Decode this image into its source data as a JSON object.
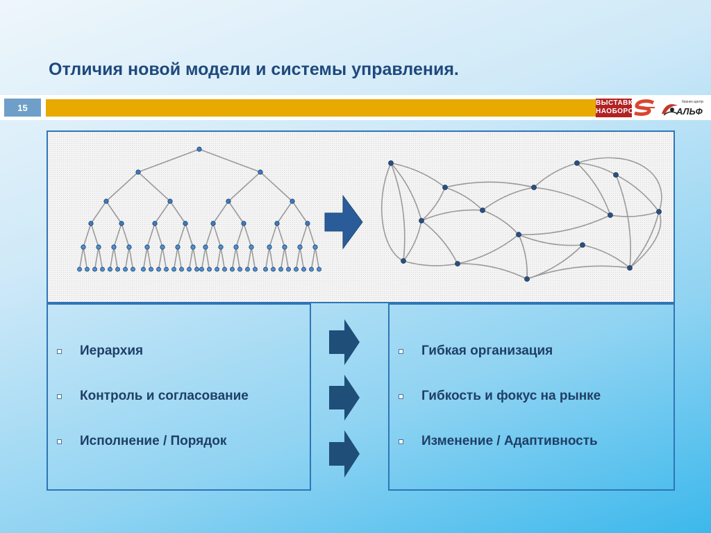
{
  "slide": {
    "title": "Отличия новой модели и системы управления.",
    "number": "15"
  },
  "logos": {
    "vystavka_line1": "ВЫСТАВКА",
    "vystavka_line2": "НАОБОРОТ",
    "alpha_small": "бизнес-центр",
    "alpha_name": "АЛЬФ"
  },
  "left_panel": {
    "items": [
      "Иерархия",
      "Контроль и согласование",
      "Исполнение / Порядок"
    ]
  },
  "right_panel": {
    "items": [
      "Гибкая организация",
      "Гибкость и фокус на рынке",
      "Изменение / Адаптивность"
    ]
  },
  "colors": {
    "title": "#1f497d",
    "accent_gold": "#e8a900",
    "arrow": "#1f4e79",
    "border": "#2e75b6"
  },
  "icons": {
    "hierarchy": "tree-diagram",
    "network": "network-diagram",
    "arrow": "right-arrow"
  }
}
